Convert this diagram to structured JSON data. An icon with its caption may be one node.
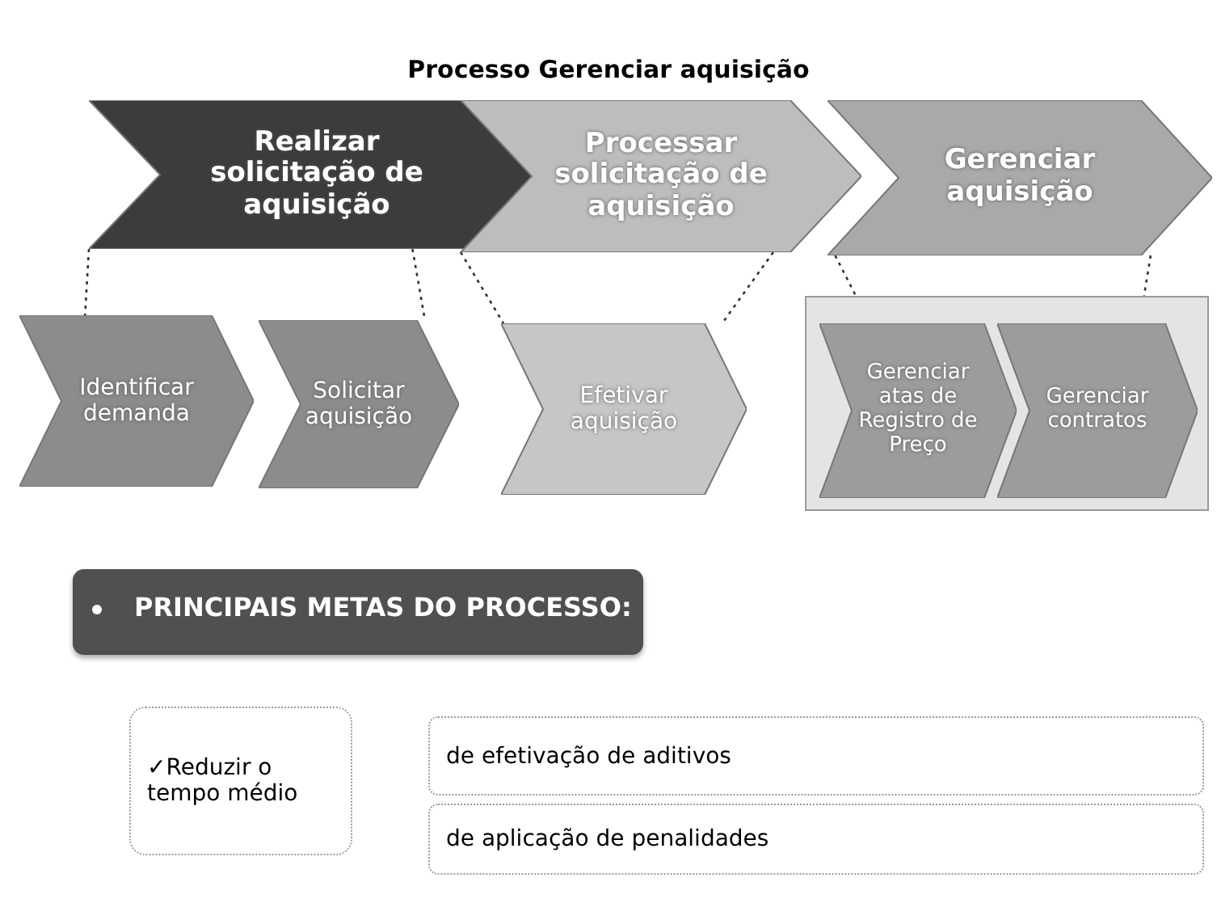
{
  "diagram": {
    "title": "Processo Gerenciar aquisição",
    "nodes": [
      {
        "text": [
          "Realizar solicitação de aquisição"
        ]
      },
      {
        "text": [
          "Processar solicitação de aquisição"
        ]
      },
      {
        "text": [
          "Gerenciar aquisição"
        ]
      },
      {
        "text": [
          "Identificar demanda"
        ]
      },
      {
        "text": [
          "Solicitar aquisição"
        ]
      },
      {
        "text": [
          "Efetivar aquisição"
        ]
      },
      {
        "text": [],
        "shape": "box"
      },
      {
        "text": [
          "Gerenciar atas de Registro de Preço"
        ],
        "in": 6
      },
      {
        "text": [
          "Gerenciar contratos"
        ],
        "in": 6
      },
      {
        "text": [
          "PRINCIPAIS METAS DO PROCESSO:"
        ]
      },
      {
        "text": [
          "✓Reduzir o tempo médio"
        ]
      },
      {
        "text": [
          "de efetivação de aditivos"
        ]
      },
      {
        "text": [
          "de aplicação de penalidades"
        ]
      }
    ],
    "edges": [
      {
        "from": 0,
        "to": 3,
        "arrow": "none",
        "style": "dashed"
      },
      {
        "from": 0,
        "to": 4,
        "arrow": "none",
        "style": "dashed"
      },
      {
        "from": 1,
        "to": 5,
        "arrow": "none",
        "style": "dashed"
      },
      {
        "from": 1,
        "to": 5,
        "arrow": "none",
        "style": "dashed"
      },
      {
        "from": 2,
        "to": 7,
        "arrow": "none",
        "style": "dashed"
      },
      {
        "from": 2,
        "to": 8,
        "arrow": "none",
        "style": "dashed"
      }
    ]
  }
}
